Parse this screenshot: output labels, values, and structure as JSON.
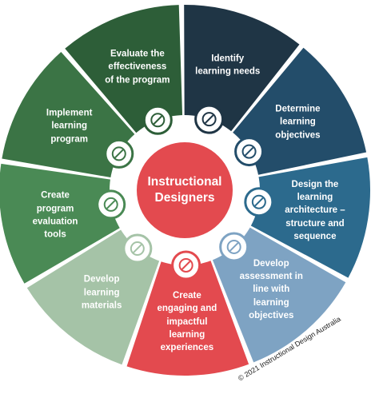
{
  "center": {
    "label": "Instructional\nDesigners",
    "color": "#e34a4f"
  },
  "segments": [
    {
      "label": "Identify\nlearning needs",
      "color": "#1f3545",
      "icon": "magnifier-icon"
    },
    {
      "label": "Determine\nlearning\nobjectives",
      "color": "#234d6a",
      "icon": "target-icon"
    },
    {
      "label": "Design the\nlearning\narchitecture –\nstructure and\nsequence",
      "color": "#2c6a8d",
      "icon": "atom-bulb-icon"
    },
    {
      "label": "Develop\nassessment in\nline with\nlearning\nobjectives",
      "color": "#7ea3c3",
      "icon": "head-lightbulb-icon"
    },
    {
      "label": "Create\nengaging and\nimpactful\nlearning\nexperiences",
      "color": "#e34a4f",
      "icon": "brain-circuit-icon"
    },
    {
      "label": "Develop\nlearning\nmaterials",
      "color": "#a5c3a7",
      "icon": "gears-icon"
    },
    {
      "label": "Create\nprogram\nevaluation\ntools",
      "color": "#4a8a55",
      "icon": "checklist-grid-icon"
    },
    {
      "label": "Implement\nlearning\nprogram",
      "color": "#3b7445",
      "icon": "rocket-icon"
    },
    {
      "label": "Evaluate the\neffectiveness\nof the program",
      "color": "#2d5e38",
      "icon": "chart-report-icon"
    }
  ],
  "copyright": "© 2021 Instructional Design Australia"
}
